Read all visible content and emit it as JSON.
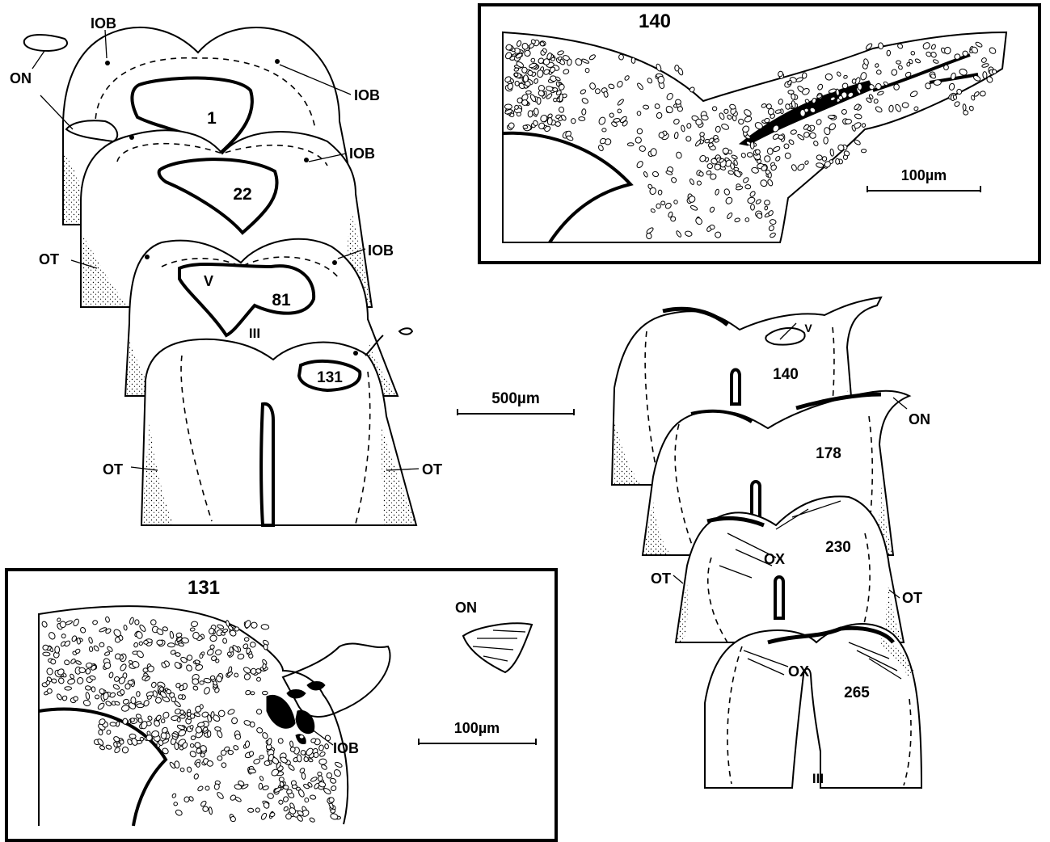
{
  "labels": {
    "iob": "IOB",
    "on": "ON",
    "ot": "OT",
    "v": "V",
    "iii": "III",
    "ox": "OX"
  },
  "section_numbers": {
    "s1": "1",
    "s22": "22",
    "s81": "81",
    "s131": "131",
    "s140": "140",
    "s178": "178",
    "s230": "230",
    "s265": "265"
  },
  "panels": {
    "inset_140_title": "140",
    "inset_131_title": "131"
  },
  "scale_bars": {
    "main": "500µm",
    "inset_140": "100µm",
    "inset_131": "100µm"
  }
}
